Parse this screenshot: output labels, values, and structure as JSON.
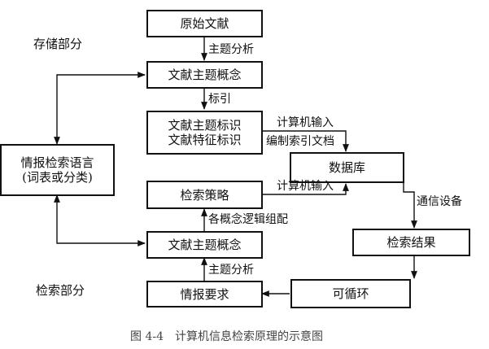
{
  "nodes": {
    "original_literature": "原始文献",
    "literature_subject_concept_top": "文献主题概念",
    "literature_subject_mark": "文献主题标识",
    "literature_feature_mark": "文献特征标识",
    "database": "数据库",
    "search_strategy": "检索策略",
    "literature_subject_concept_bottom": "文献主题概念",
    "info_retrieval_language_line1": "情报检索语言",
    "info_retrieval_language_line2": "(词表或分类)",
    "search_result": "检索结果",
    "information_request": "情报要求",
    "repeatable": "可循环"
  },
  "edge_labels": {
    "subject_analysis_top": "主题分析",
    "indexing": "标引",
    "computer_input_top": "计算机输入",
    "compile_index_files": "编制索引文档",
    "computer_input_bottom": "计算机输入",
    "communication_equipment": "通信设备",
    "concept_logic_combination": "各概念逻辑组配",
    "subject_analysis_bottom": "主题分析"
  },
  "regions": {
    "storage_part": "存储部分",
    "retrieval_part": "检索部分"
  },
  "caption": "图 4-4　计算机信息检索原理的示意图"
}
